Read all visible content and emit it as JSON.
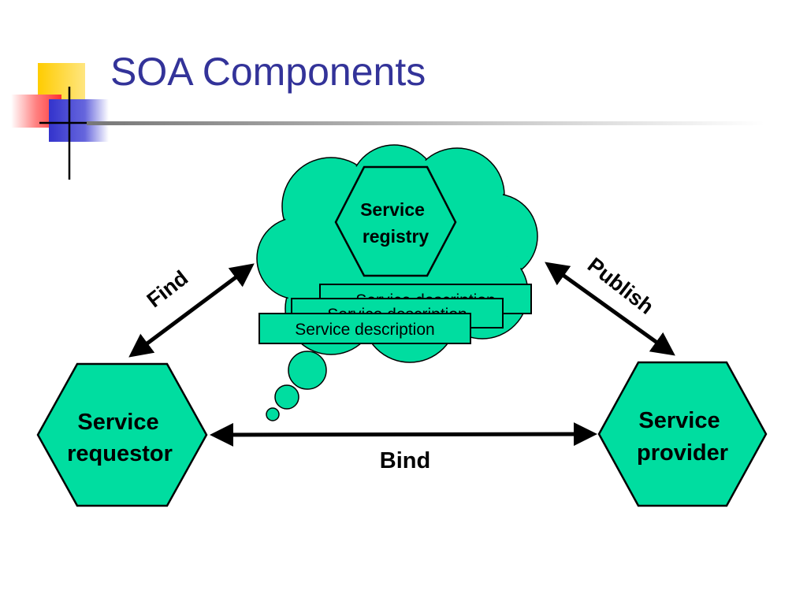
{
  "slide": {
    "title": "SOA Components"
  },
  "diagram": {
    "nodes": {
      "registry": {
        "line1": "Service",
        "line2": "registry"
      },
      "requestor": {
        "line1": "Service",
        "line2": "requestor"
      },
      "provider": {
        "line1": "Service",
        "line2": "provider"
      }
    },
    "descriptions": [
      "Service description",
      "Service description",
      "Service description"
    ],
    "edges": {
      "find": "Find",
      "publish": "Publish",
      "bind": "Bind"
    },
    "colors": {
      "node_fill": "#00dda0",
      "title": "#333399",
      "stroke": "#000000"
    }
  }
}
